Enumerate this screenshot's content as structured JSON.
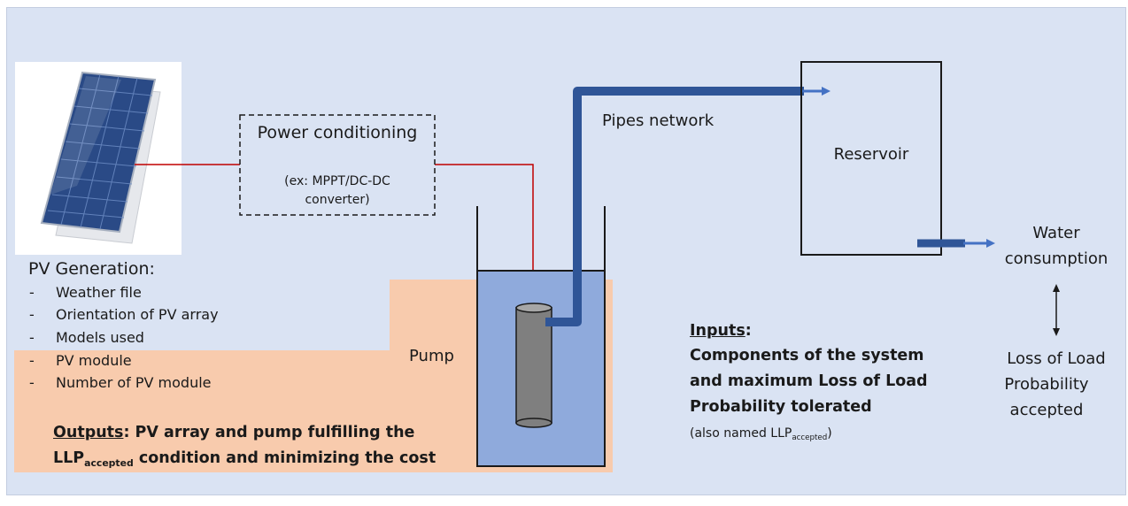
{
  "colors": {
    "background": "#dae3f3",
    "outputs_area": "#f8cbad",
    "pipe": "#2f5597",
    "wire": "#c00000",
    "water": "#8faadc",
    "pump_body": "#7f7f7f"
  },
  "labels": {
    "power_conditioning_title": "Power conditioning",
    "power_conditioning_detail_1": "(ex: MPPT/DC-DC",
    "power_conditioning_detail_2": "converter)",
    "pipes_network": "Pipes network",
    "reservoir": "Reservoir",
    "water_consumption_1": "Water",
    "water_consumption_2": "consumption",
    "pump": "Pump",
    "loss_of_load_1": "Loss of Load",
    "loss_of_load_2": "Probability",
    "loss_of_load_3": "accepted"
  },
  "pv_generation": {
    "title": "PV Generation:",
    "bullet": "-",
    "items": [
      "Weather file",
      "Orientation of PV array",
      "Models used",
      "PV module",
      "Number of PV module"
    ]
  },
  "inputs": {
    "heading": "Inputs",
    "heading_suffix": ":",
    "line_1": "Components of the system",
    "line_2": "and maximum Loss of Load",
    "line_3": "Probability tolerated",
    "note_prefix": "(also named LLP",
    "note_sub": "accepted",
    "note_suffix": ")"
  },
  "outputs": {
    "heading": "Outputs",
    "line_1_rest": ": PV array and pump fulfilling the",
    "line_2_prefix": "LLP",
    "line_2_sub": "accepted",
    "line_2_rest": " condition and minimizing the cost"
  }
}
